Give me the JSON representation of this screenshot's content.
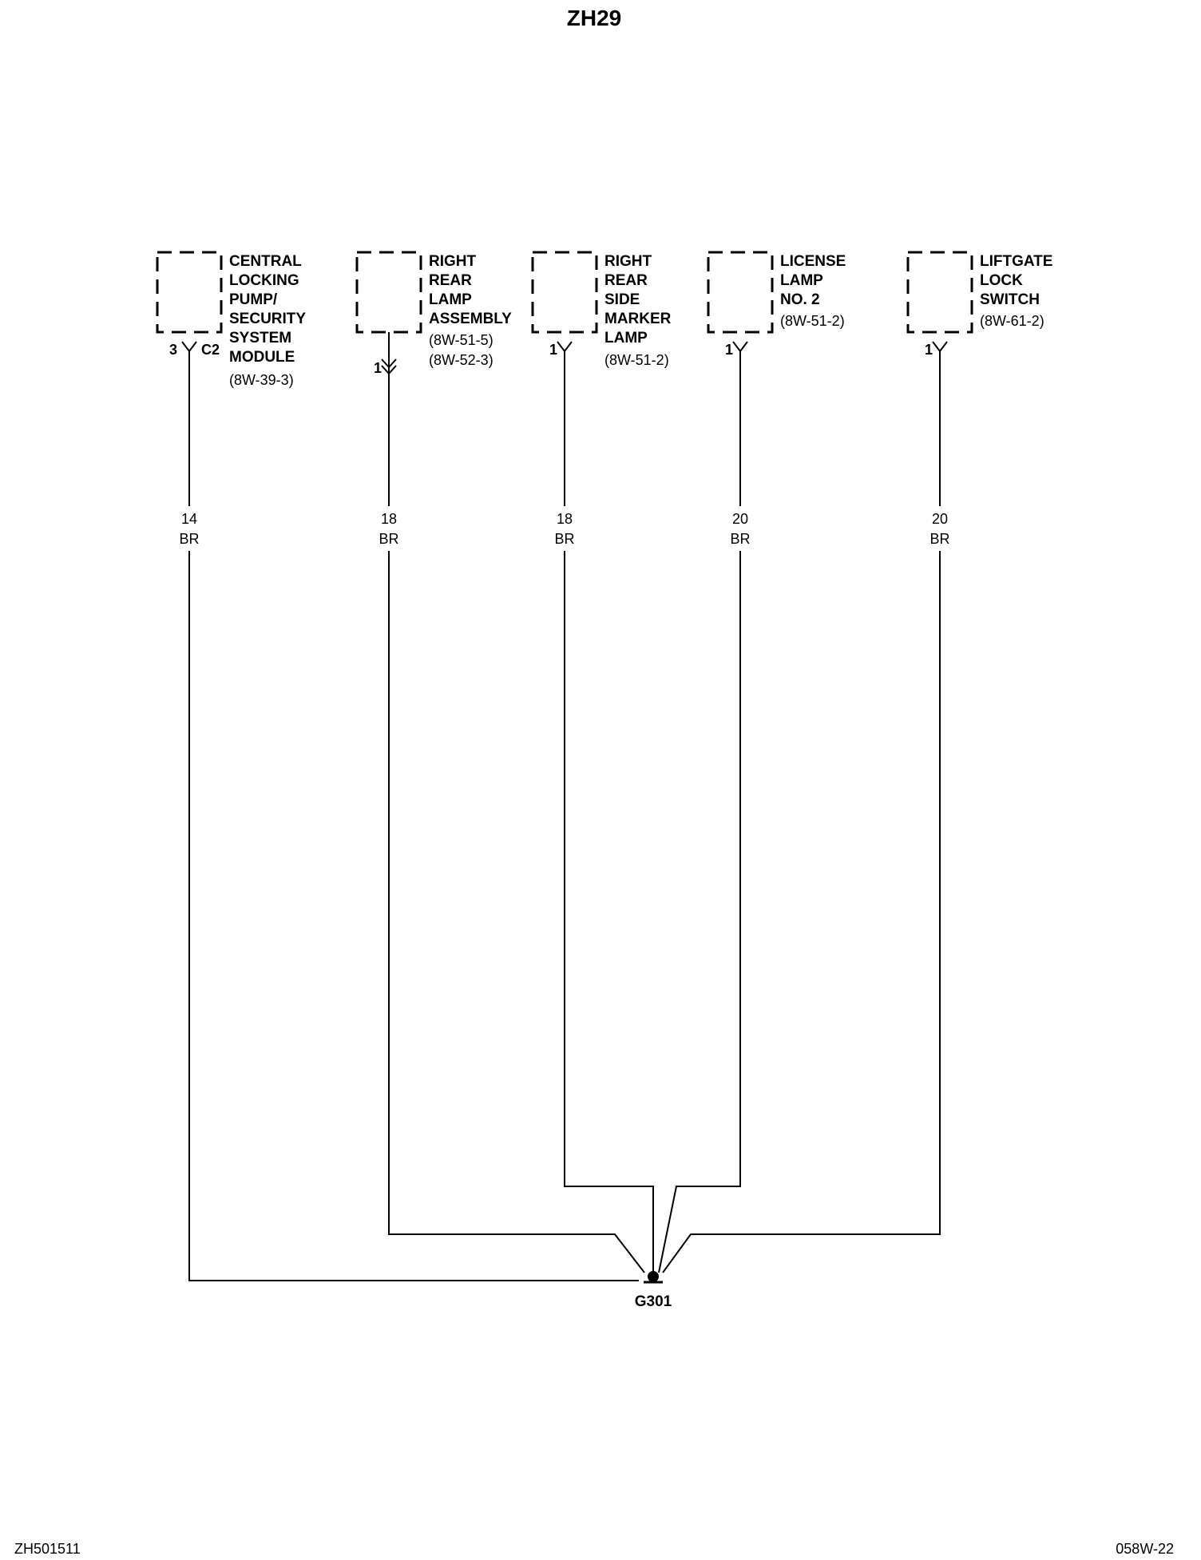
{
  "title": "ZH29",
  "footer": {
    "left": "ZH501511",
    "right": "058W-22"
  },
  "ground": {
    "label": "G301"
  },
  "components": [
    {
      "id": "central",
      "lines": [
        "CENTRAL",
        "LOCKING",
        "PUMP/",
        "SECURITY",
        "SYSTEM",
        "MODULE"
      ],
      "refs": [
        "(8W-39-3)"
      ],
      "pin": "3",
      "connector": "C2",
      "wire_gauge": "14",
      "wire_color": "BR"
    },
    {
      "id": "rrlamp",
      "lines": [
        "RIGHT",
        "REAR",
        "LAMP",
        "ASSEMBLY"
      ],
      "refs": [
        "(8W-51-5)",
        "(8W-52-3)"
      ],
      "pin": "1",
      "connector": "",
      "wire_gauge": "18",
      "wire_color": "BR"
    },
    {
      "id": "rrside",
      "lines": [
        "RIGHT",
        "REAR",
        "SIDE",
        "MARKER",
        "LAMP"
      ],
      "refs": [
        "(8W-51-2)"
      ],
      "pin": "1",
      "connector": "",
      "wire_gauge": "18",
      "wire_color": "BR"
    },
    {
      "id": "license",
      "lines": [
        "LICENSE",
        "LAMP",
        "NO. 2"
      ],
      "refs": [
        "(8W-51-2)"
      ],
      "pin": "1",
      "connector": "",
      "wire_gauge": "20",
      "wire_color": "BR"
    },
    {
      "id": "liftgate",
      "lines": [
        "LIFTGATE",
        "LOCK",
        "SWITCH"
      ],
      "refs": [
        "(8W-61-2)"
      ],
      "pin": "1",
      "connector": "",
      "wire_gauge": "20",
      "wire_color": "BR"
    }
  ]
}
